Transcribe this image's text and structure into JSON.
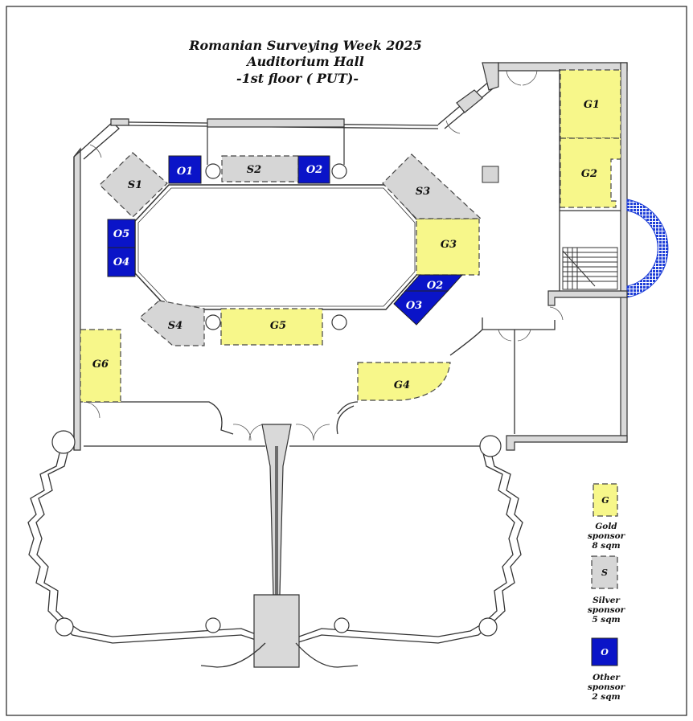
{
  "title": {
    "line1": "Romanian Surveying Week 2025",
    "line2": "Auditorium Hall",
    "line3": "-1st floor ( PUT)-"
  },
  "booths": {
    "G1": "G1",
    "G2": "G2",
    "G3": "G3",
    "G4": "G4",
    "G5": "G5",
    "G6": "G6",
    "S1": "S1",
    "S2": "S2",
    "S3": "S3",
    "S4": "S4",
    "O1": "O1",
    "O2a": "O2",
    "O2b": "O2",
    "O3": "O3",
    "O4": "O4",
    "O5": "O5"
  },
  "legend": {
    "gold": {
      "code": "G",
      "l1": "Gold",
      "l2": "sponsor",
      "l3": "8 sqm"
    },
    "silver": {
      "code": "S",
      "l1": "Silver",
      "l2": "sponsor",
      "l3": "5 sqm"
    },
    "other": {
      "code": "O",
      "l1": "Other",
      "l2": "sponsor",
      "l3": "2 sqm"
    }
  },
  "colors": {
    "gold": "#f7f78a",
    "silver": "#d6d6d6",
    "other": "#0a14c8",
    "stair_blue": "#1f3fd8"
  }
}
